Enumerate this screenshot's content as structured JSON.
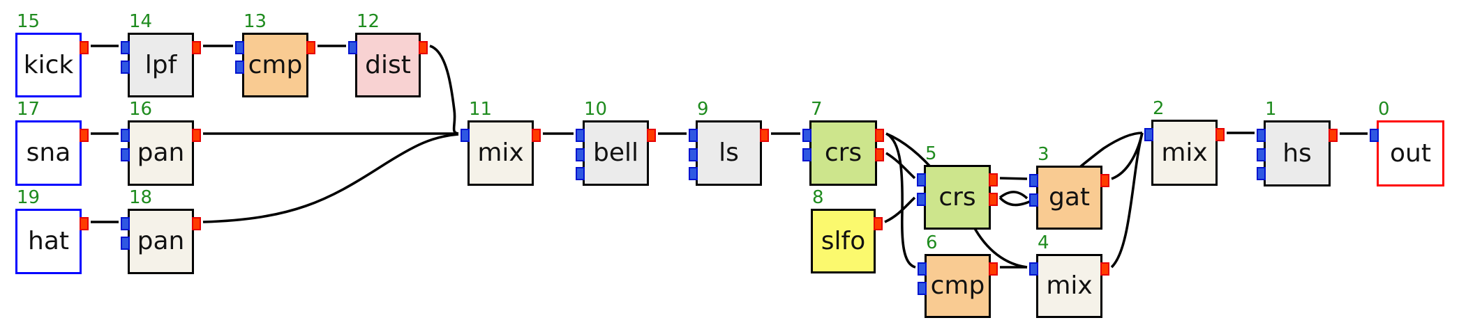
{
  "diagram": {
    "kind": "audio-signal-flow-graph",
    "background": "#ffffff",
    "colors": {
      "source_border": "#0000ff",
      "sink_border": "#ff0000",
      "node_border": "#000000",
      "number_green": "#1e8b1e",
      "wire": "#000000",
      "fill_white": "#ffffff",
      "fill_gray": "#ebebeb",
      "fill_cream": "#f5f2e9",
      "fill_orange": "#f9cb92",
      "fill_pink": "#f8d2d2",
      "fill_green": "#cde58c",
      "fill_yellow": "#fbf96e",
      "in_port_fill": "#2f58e2",
      "in_port_border": "#0013cf",
      "out_port_fill": "#ff3c00",
      "out_port_border": "#e60000"
    },
    "nodes": [
      {
        "id": "15",
        "label": "kick",
        "fill": "fill_white",
        "border": "source_border",
        "inputs": 0,
        "outputs": 1
      },
      {
        "id": "14",
        "label": "lpf",
        "fill": "fill_gray",
        "border": "node_border",
        "inputs": 2,
        "outputs": 1
      },
      {
        "id": "13",
        "label": "cmp",
        "fill": "fill_orange",
        "border": "node_border",
        "inputs": 2,
        "outputs": 1
      },
      {
        "id": "12",
        "label": "dist",
        "fill": "fill_pink",
        "border": "node_border",
        "inputs": 1,
        "outputs": 1
      },
      {
        "id": "17",
        "label": "sna",
        "fill": "fill_white",
        "border": "source_border",
        "inputs": 0,
        "outputs": 1
      },
      {
        "id": "16",
        "label": "pan",
        "fill": "fill_cream",
        "border": "node_border",
        "inputs": 2,
        "outputs": 1
      },
      {
        "id": "19",
        "label": "hat",
        "fill": "fill_white",
        "border": "source_border",
        "inputs": 0,
        "outputs": 1
      },
      {
        "id": "18",
        "label": "pan",
        "fill": "fill_cream",
        "border": "node_border",
        "inputs": 2,
        "outputs": 1
      },
      {
        "id": "11",
        "label": "mix",
        "fill": "fill_cream",
        "border": "node_border",
        "inputs": 1,
        "outputs": 1
      },
      {
        "id": "10",
        "label": "bell",
        "fill": "fill_gray",
        "border": "node_border",
        "inputs": 3,
        "outputs": 1
      },
      {
        "id": "9",
        "label": "ls",
        "fill": "fill_gray",
        "border": "node_border",
        "inputs": 3,
        "outputs": 1
      },
      {
        "id": "7",
        "label": "crs",
        "fill": "fill_green",
        "border": "node_border",
        "inputs": 2,
        "outputs": 2
      },
      {
        "id": "8",
        "label": "slfo",
        "fill": "fill_yellow",
        "border": "node_border",
        "inputs": 0,
        "outputs": 1
      },
      {
        "id": "5",
        "label": "crs",
        "fill": "fill_green",
        "border": "node_border",
        "inputs": 2,
        "outputs": 2
      },
      {
        "id": "3",
        "label": "gat",
        "fill": "fill_orange",
        "border": "node_border",
        "inputs": 2,
        "outputs": 1
      },
      {
        "id": "6",
        "label": "cmp",
        "fill": "fill_orange",
        "border": "node_border",
        "inputs": 2,
        "outputs": 1
      },
      {
        "id": "4",
        "label": "mix",
        "fill": "fill_cream",
        "border": "node_border",
        "inputs": 1,
        "outputs": 1
      },
      {
        "id": "2",
        "label": "mix",
        "fill": "fill_cream",
        "border": "node_border",
        "inputs": 1,
        "outputs": 1
      },
      {
        "id": "1",
        "label": "hs",
        "fill": "fill_gray",
        "border": "node_border",
        "inputs": 3,
        "outputs": 1
      },
      {
        "id": "0",
        "label": "out",
        "fill": "fill_white",
        "border": "sink_border",
        "inputs": 1,
        "outputs": 0
      }
    ],
    "edges": [
      {
        "from": "15.out1",
        "to": "14.in1"
      },
      {
        "from": "14.out1",
        "to": "13.in1"
      },
      {
        "from": "13.out1",
        "to": "12.in1"
      },
      {
        "from": "12.out1",
        "to": "11.in1"
      },
      {
        "from": "17.out1",
        "to": "16.in1"
      },
      {
        "from": "16.out1",
        "to": "11.in1"
      },
      {
        "from": "19.out1",
        "to": "18.in1"
      },
      {
        "from": "18.out1",
        "to": "11.in1"
      },
      {
        "from": "11.out1",
        "to": "10.in1"
      },
      {
        "from": "10.out1",
        "to": "9.in1"
      },
      {
        "from": "9.out1",
        "to": "7.in1"
      },
      {
        "from": "7.out1",
        "to": "6.in1"
      },
      {
        "from": "7.out1",
        "to": "4.in1"
      },
      {
        "from": "7.out2",
        "to": "5.in1"
      },
      {
        "from": "8.out1",
        "to": "5.in2"
      },
      {
        "from": "5.out1",
        "to": "3.in1"
      },
      {
        "from": "5.out2",
        "to": "3.in2"
      },
      {
        "from": "5.out2",
        "to": "2.in1"
      },
      {
        "from": "6.out1",
        "to": "4.in1"
      },
      {
        "from": "3.out1",
        "to": "2.in1"
      },
      {
        "from": "4.out1",
        "to": "2.in1"
      },
      {
        "from": "2.out1",
        "to": "1.in1"
      },
      {
        "from": "1.out1",
        "to": "0.in1"
      }
    ]
  }
}
